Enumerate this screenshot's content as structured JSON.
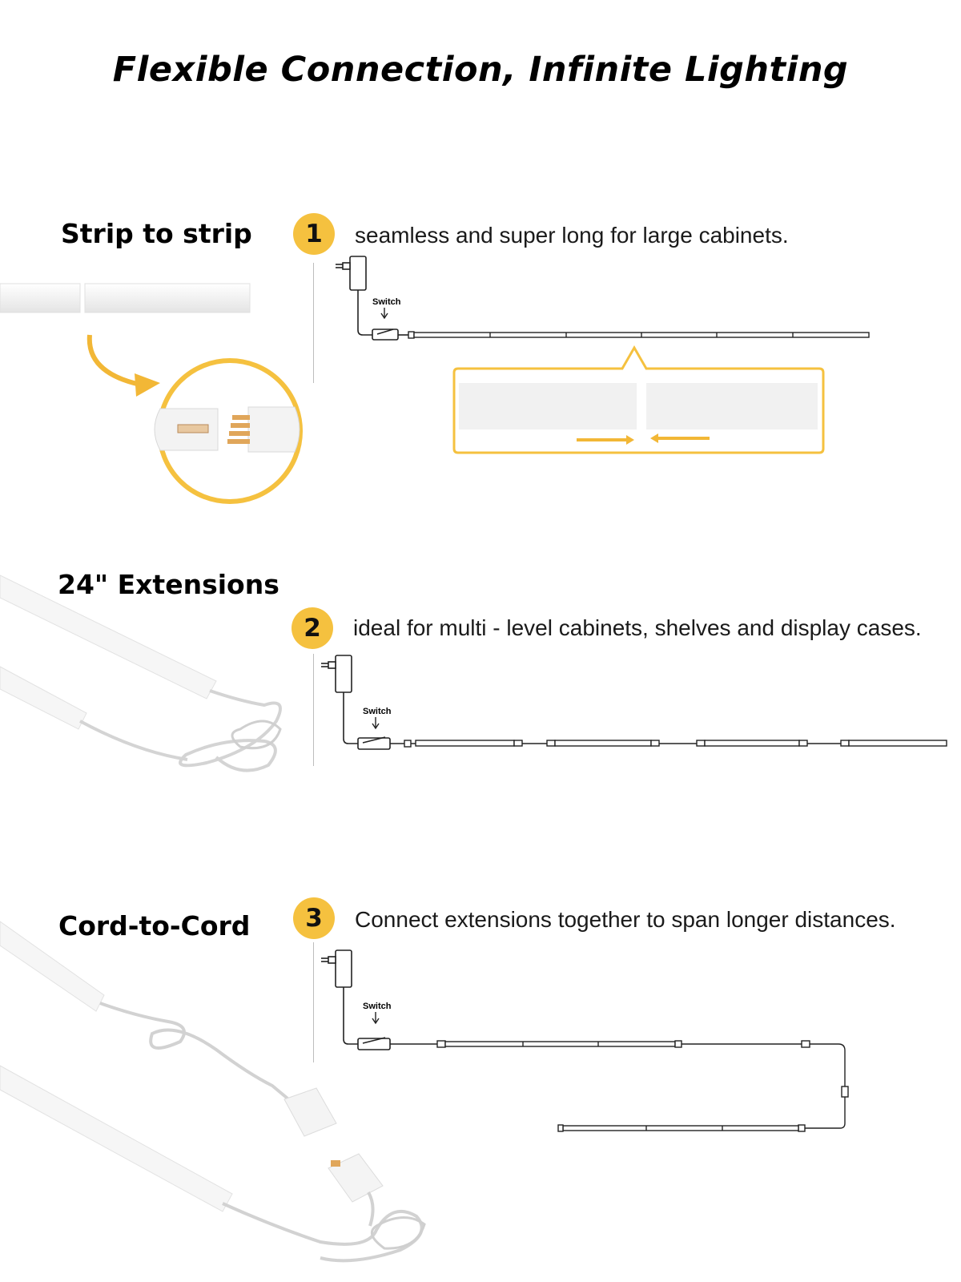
{
  "title": "Flexible Connection, Infinite Lighting",
  "colors": {
    "accent": "#f5c13f",
    "arrow": "#f2b736",
    "line": "#222222",
    "strip": "#f3f3f3"
  },
  "sections": [
    {
      "label": "Strip to strip",
      "number": "1",
      "description": "seamless and super long for large cabinets.",
      "switch_label": "Switch"
    },
    {
      "label": "24\" Extensions",
      "number": "2",
      "description": "ideal for multi - level cabinets, shelves and display cases.",
      "switch_label": "Switch"
    },
    {
      "label": "Cord-to-Cord",
      "number": "3",
      "description": "Connect extensions together to span longer distances.",
      "switch_label": "Switch"
    }
  ],
  "icons": [
    "power-adapter-icon",
    "switch-icon",
    "curved-arrow-icon",
    "connector-plug-icon"
  ]
}
